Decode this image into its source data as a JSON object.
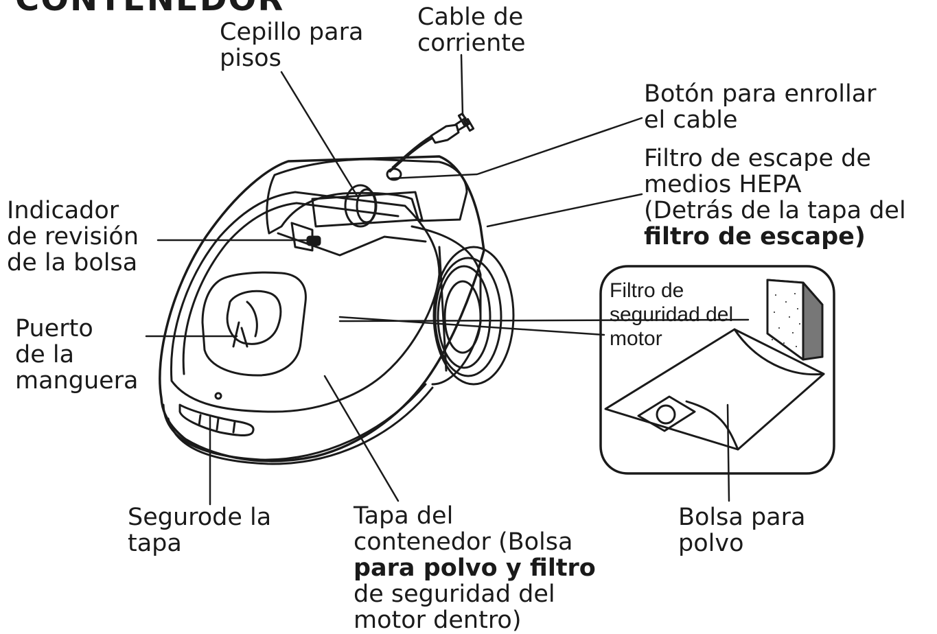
{
  "title": "CONTENEDOR",
  "labels": {
    "floor_brush": [
      "Cepillo para",
      "pisos"
    ],
    "power_cord": [
      "Cable de",
      "corriente"
    ],
    "cord_rewind": [
      "Botón para enrollar",
      "el cable"
    ],
    "hepa_filter": [
      "Filtro de escape de",
      "medios HEPA",
      "(Detrás de la tapa del",
      "filtro de escape)"
    ],
    "bag_indicator": [
      "Indicador",
      "de revisión",
      "de la bolsa"
    ],
    "hose_port": [
      "Puerto",
      "de la",
      "manguera"
    ],
    "motor_filter": [
      "Filtro de",
      "seguridad del",
      "motor"
    ],
    "lid_latch": [
      "Segurode la",
      "tapa"
    ],
    "lid": [
      "Tapa del",
      "contenedor (Bolsa",
      "para polvo y filtro",
      "de seguridad del",
      "motor dentro)"
    ],
    "dust_bag": [
      "Bolsa para",
      "polvo"
    ]
  }
}
